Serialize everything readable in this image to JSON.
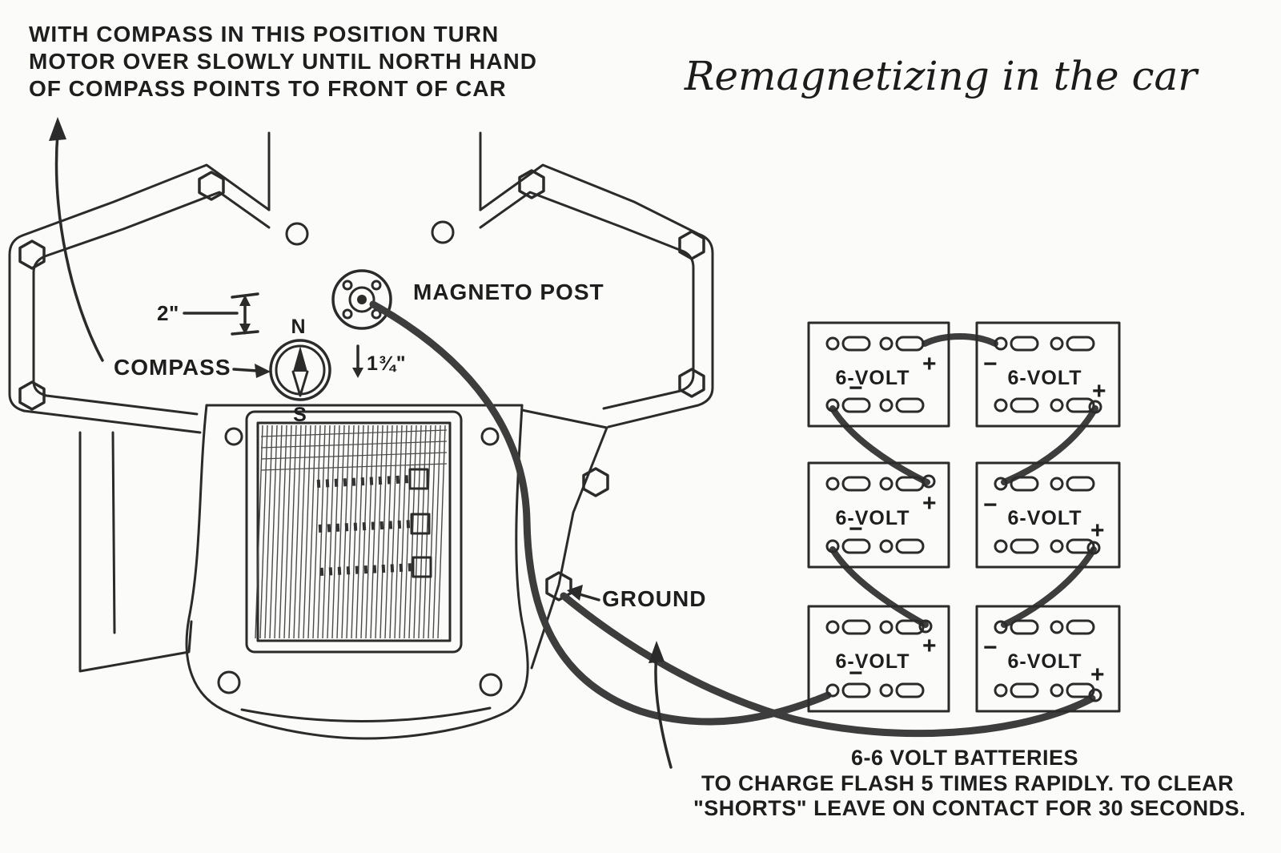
{
  "title": "Remagnetizing in the car",
  "instruction": {
    "line1": "WITH COMPASS IN THIS POSITION TURN",
    "line2": "MOTOR OVER SLOWLY UNTIL NORTH HAND",
    "line3": "OF COMPASS POINTS TO FRONT OF CAR"
  },
  "labels": {
    "magneto_post": "MAGNETO POST",
    "compass": "COMPASS",
    "ground": "GROUND",
    "dim_post": "2\"",
    "dim_compass": "1¾\"",
    "north": "N",
    "south": "S"
  },
  "battery": {
    "label": "6-VOLT",
    "plus": "+",
    "minus": "−"
  },
  "footer": {
    "line1": "6-6 VOLT BATTERIES",
    "line2": "TO CHARGE  FLASH  5 TIMES RAPIDLY. TO CLEAR",
    "line3": "\"SHORTS\" LEAVE ON CONTACT FOR 30 SECONDS."
  }
}
